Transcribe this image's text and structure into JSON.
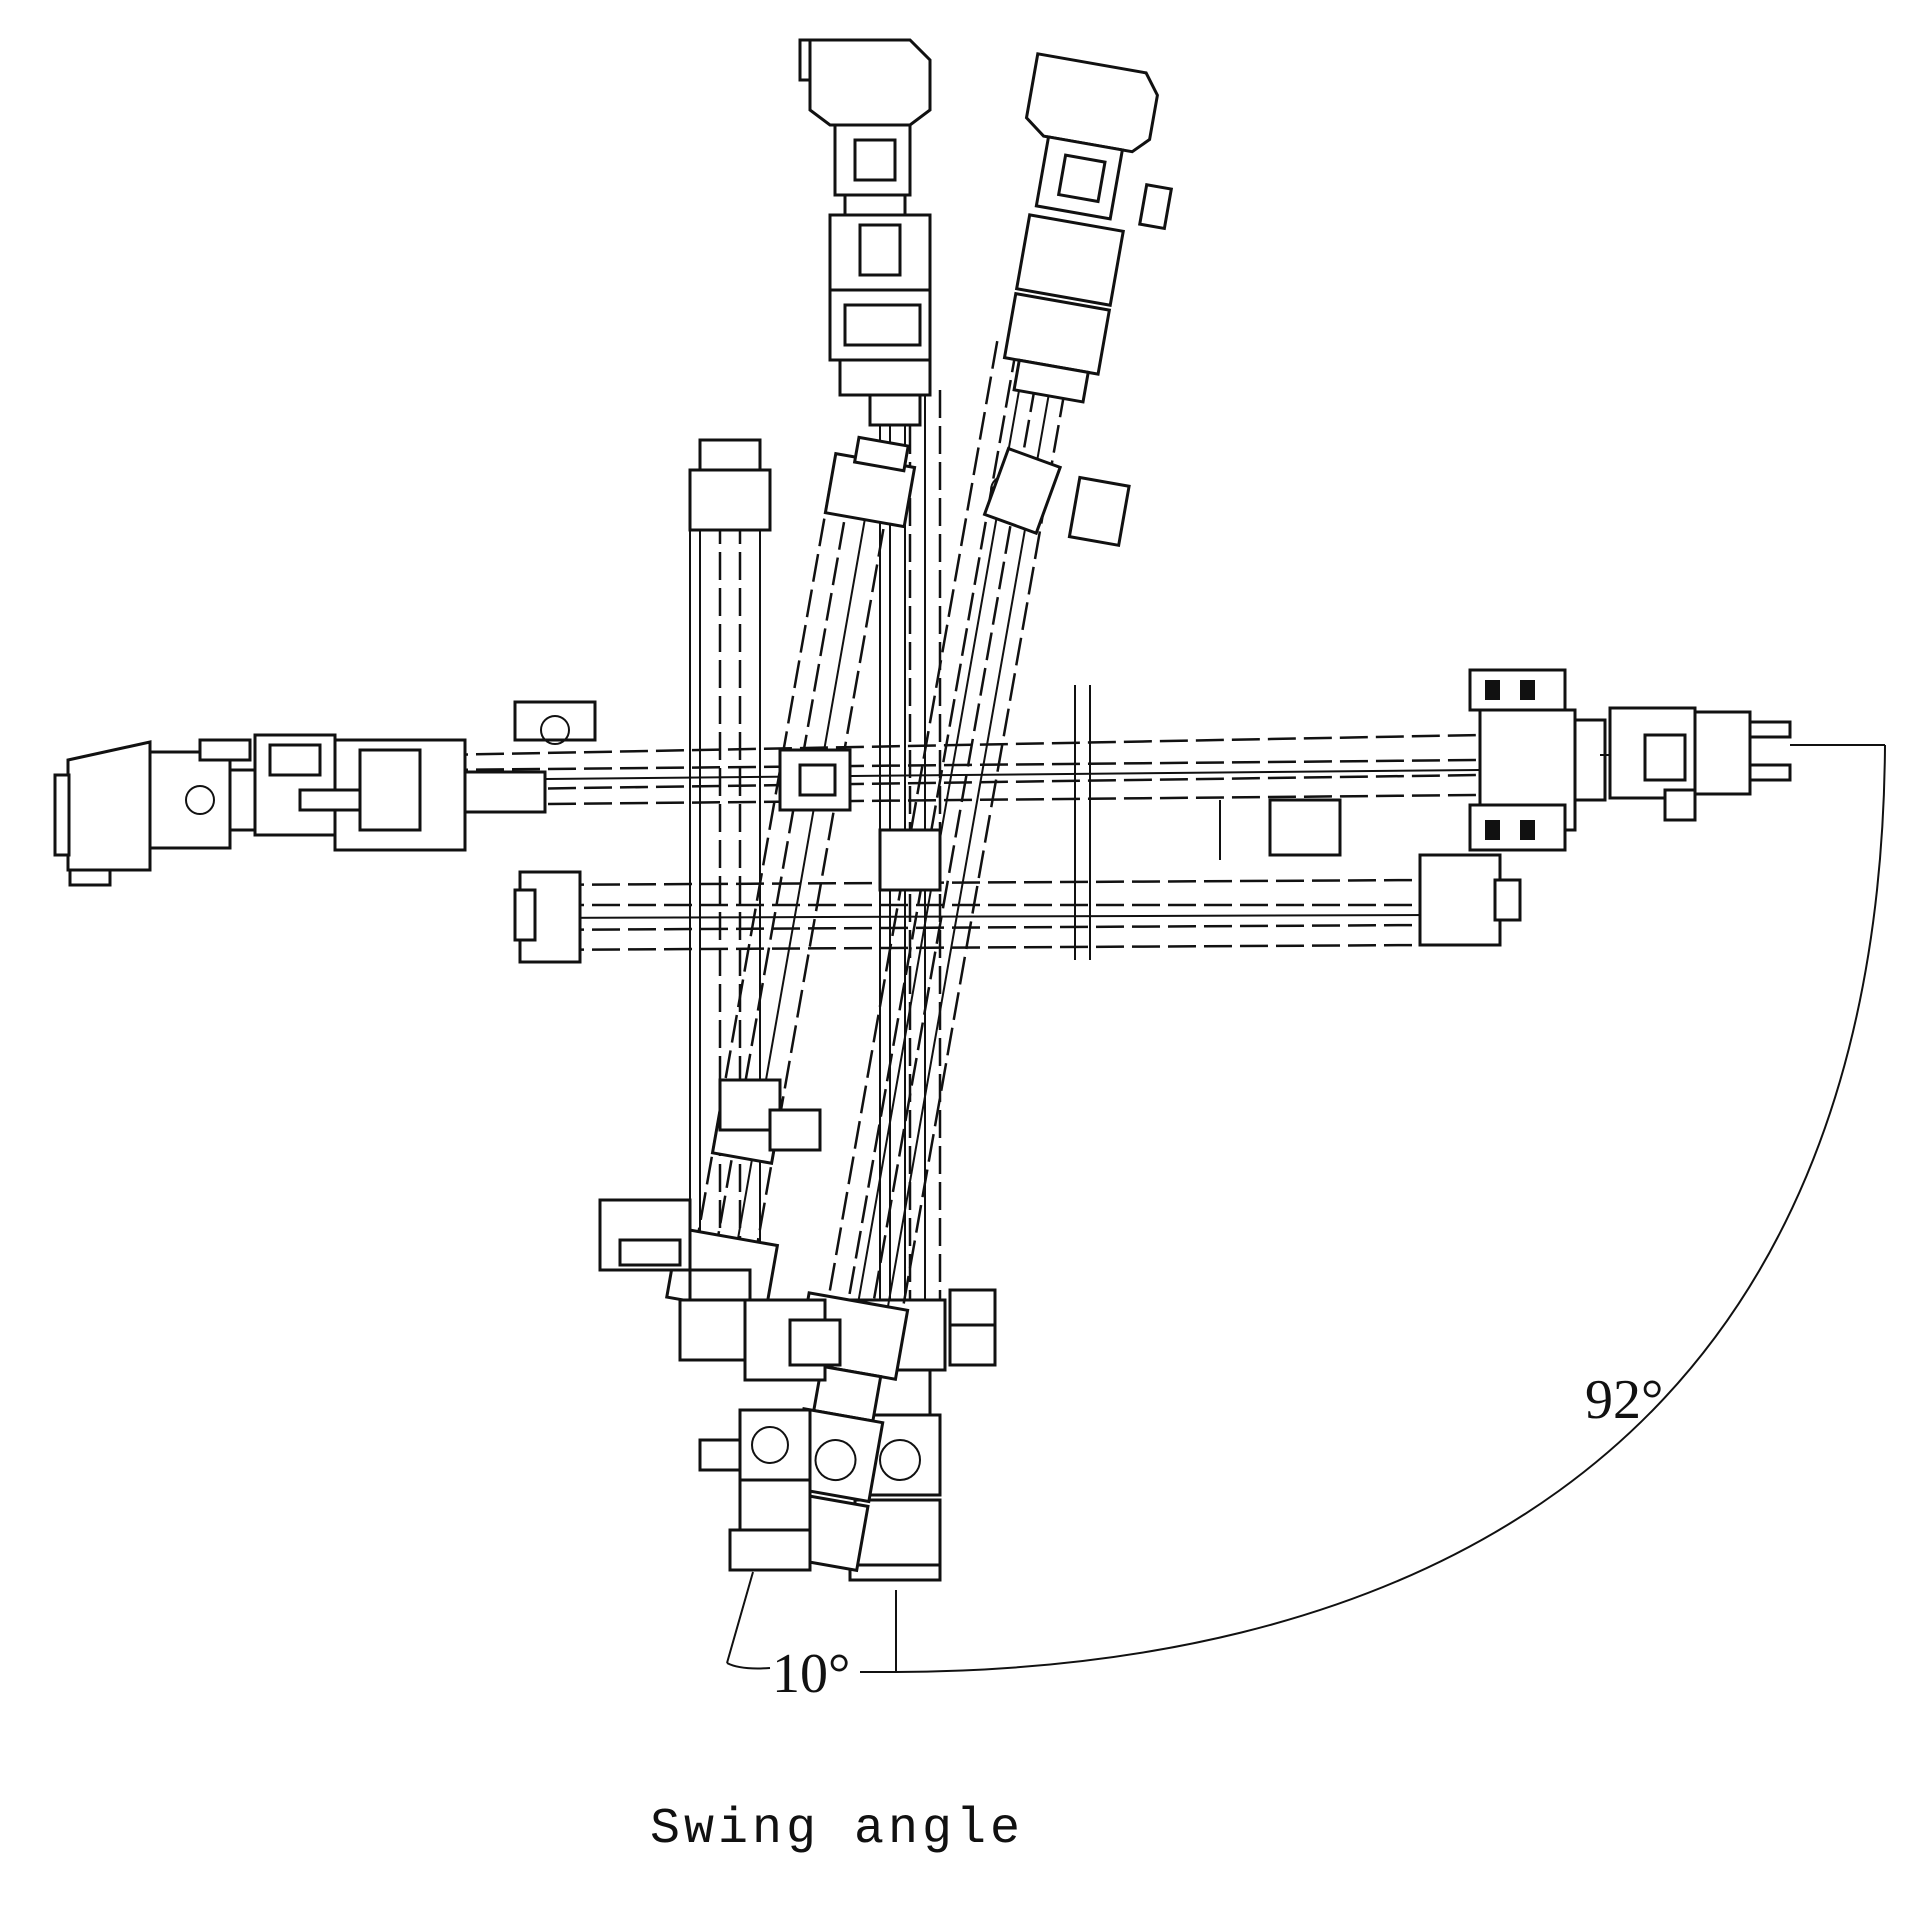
{
  "diagram": {
    "caption": "Swing angle",
    "angle_small_label": "10°",
    "angle_large_label": "92°",
    "line_color": "#111111",
    "background_color": "#ffffff"
  }
}
